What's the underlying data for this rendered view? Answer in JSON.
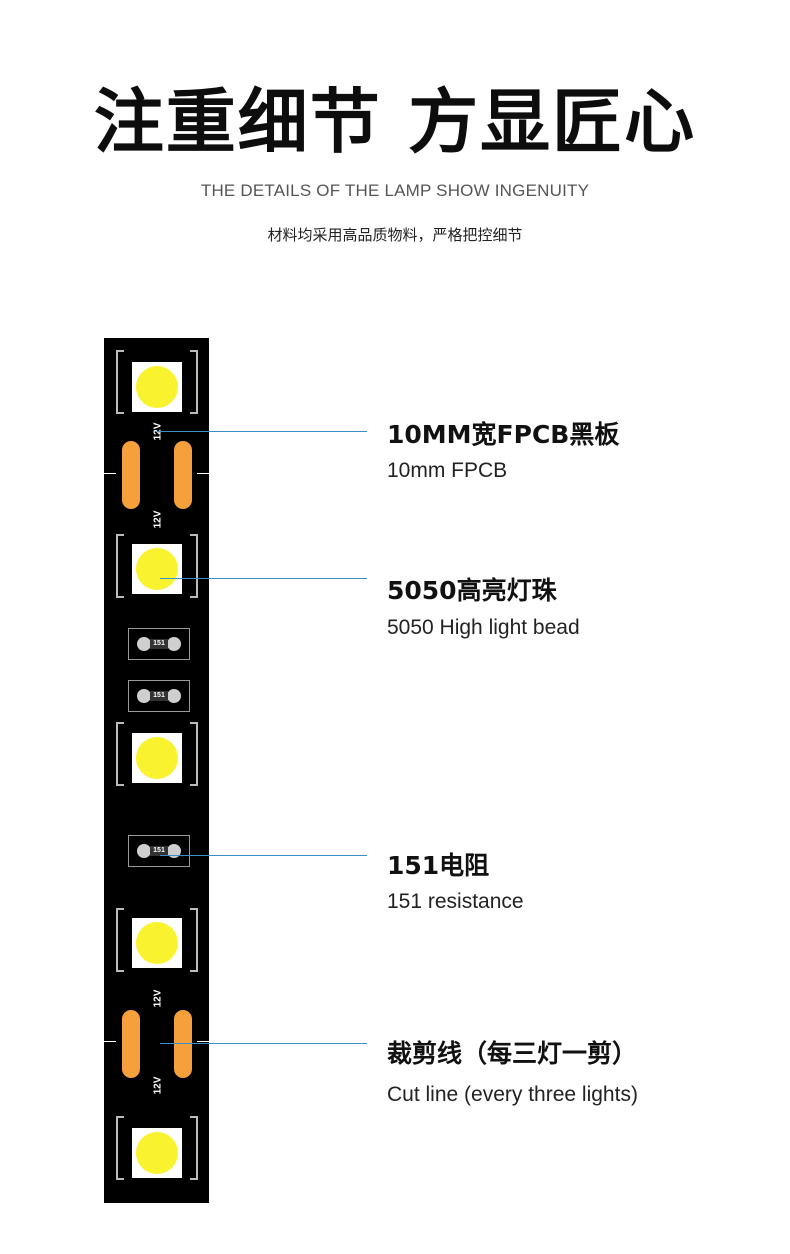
{
  "header": {
    "title": "注重细节 方显匠心",
    "subtitle_en": "THE DETAILS OF THE LAMP SHOW INGENUITY",
    "subtitle_cn": "材料均采用高品质物料，严格把控细节"
  },
  "strip": {
    "voltage_label": "12V",
    "resistor_code": "151"
  },
  "callouts": [
    {
      "cn": "10MM宽FPCB黑板",
      "en": "10mm FPCB"
    },
    {
      "cn": "5050高亮灯珠",
      "en": "5050 High light bead"
    },
    {
      "cn": "151电阻",
      "en": "151 resistance"
    },
    {
      "cn": "裁剪线（每三灯一剪）",
      "en": "Cut line (every three lights)"
    }
  ],
  "colors": {
    "strip": "#000000",
    "led": "#f9f22e",
    "pad": "#f6a03c",
    "leader": "#3a8fc7"
  }
}
